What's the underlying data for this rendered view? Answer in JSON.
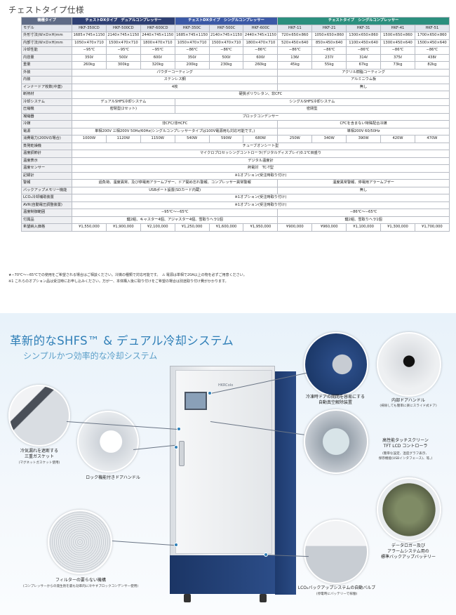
{
  "title": "チェストタイプ仕様",
  "spec": {
    "header": [
      "機種タイプ",
      "チェストDXタイプ　デュアルコンプレッサー",
      "チェストDXタイプ　シングルコンプレッサー",
      "チェストタイプ　シングルコンプレッサー"
    ],
    "model_label": "モデル",
    "models": [
      "HKF-350CD",
      "HKF-500CD",
      "HKF-600CD",
      "HKF-350C",
      "HKF-500C",
      "HKF-600C",
      "HKF-11",
      "HKF-21",
      "HKF-31",
      "HKF-41",
      "HKF-51"
    ],
    "rows": [
      {
        "label": "外形寸法(W×D×H)mm",
        "cells": [
          "1685×745×1150",
          "2140×745×1150",
          "2440×745×1150",
          "1685×745×1150",
          "2140×745×1150",
          "2440×745×1150",
          "720×650×860",
          "1050×650×860",
          "1300×650×860",
          "1500×650×860",
          "1700×650×860"
        ]
      },
      {
        "label": "内部寸法(W×D×H)mm",
        "cells": [
          "1050×470×710",
          "1500×470×710",
          "1800×470×710",
          "1050×470×710",
          "1500×470×710",
          "1800×470×710",
          "520×450×640",
          "850×450×640",
          "1100×450×640",
          "1300×450×640",
          "1500×450×640"
        ]
      },
      {
        "label": "冷却性能",
        "cells": [
          "−95℃",
          "−95℃",
          "−95℃",
          "−86℃",
          "−86℃",
          "−86℃",
          "−86℃",
          "−86℃",
          "−86℃",
          "−86℃",
          "−86℃"
        ]
      },
      {
        "label": "内容量",
        "cells": [
          "350ℓ",
          "500ℓ",
          "600ℓ",
          "350ℓ",
          "500ℓ",
          "600ℓ",
          "136ℓ",
          "237ℓ",
          "314ℓ",
          "375ℓ",
          "438ℓ"
        ]
      },
      {
        "label": "重量",
        "cells": [
          "260kg",
          "300kg",
          "320kg",
          "200kg",
          "230kg",
          "260kg",
          "45kg",
          "55kg",
          "67kg",
          "73kg",
          "82kg"
        ]
      }
    ],
    "span_rows": [
      {
        "label": "外装",
        "parts": [
          {
            "text": "パウダーコーティング",
            "span": 6
          },
          {
            "text": "アクリル樹脂コーティング",
            "span": 5
          }
        ]
      },
      {
        "label": "内装",
        "parts": [
          {
            "text": "ステンレス鋼",
            "span": 6
          },
          {
            "text": "アルミニウム板",
            "span": 5
          }
        ]
      },
      {
        "label": "インナードア枚数(中蓋)",
        "parts": [
          {
            "text": "4枚",
            "span": 6
          },
          {
            "text": "無し",
            "span": 5
          }
        ]
      },
      {
        "label": "断熱材",
        "parts": [
          {
            "text": "硬質ポリウレタン、非CFC",
            "span": 11
          }
        ]
      },
      {
        "label": "冷却システム",
        "parts": [
          {
            "text": "デュアルSHFS冷却システム",
            "span": 3
          },
          {
            "text": "シングルSHFS冷却システム",
            "span": 8
          }
        ]
      },
      {
        "label": "圧縮機",
        "parts": [
          {
            "text": "密閉型(2セット)",
            "span": 3
          },
          {
            "text": "密閉型",
            "span": 8
          }
        ]
      },
      {
        "label": "凝縮器",
        "parts": [
          {
            "text": "ブロックコンデンサー",
            "span": 11
          }
        ]
      },
      {
        "label": "冷媒",
        "parts": [
          {
            "text": "非CFC/非HCFC",
            "span": 6
          },
          {
            "text": "CFCを含まない特殊配合冷媒",
            "span": 5
          }
        ]
      },
      {
        "label": "電源",
        "parts": [
          {
            "text": "単相200V 三相200V 50Hz/60Hz(シングルコンプレッサータイプは100V電源用も対応可能です。)",
            "span": 6
          },
          {
            "text": "単相200V 60/50Hz",
            "span": 5
          }
        ]
      },
      {
        "label": "消費電力(200Vの場合)",
        "parts": [
          {
            "text": "1000W",
            "span": 1
          },
          {
            "text": "1120W",
            "span": 1
          },
          {
            "text": "1150W",
            "span": 1
          },
          {
            "text": "540W",
            "span": 1
          },
          {
            "text": "590W",
            "span": 1
          },
          {
            "text": "680W",
            "span": 1
          },
          {
            "text": "250W",
            "span": 1
          },
          {
            "text": "340W",
            "span": 1
          },
          {
            "text": "390W",
            "span": 1
          },
          {
            "text": "420W",
            "span": 1
          },
          {
            "text": "470W",
            "span": 1
          }
        ]
      },
      {
        "label": "蒸発乾燥機",
        "parts": [
          {
            "text": "チューブオンシート型",
            "span": 11
          }
        ]
      },
      {
        "label": "温度調節計",
        "parts": [
          {
            "text": "マイクロプロセッシングコントローラ(デジタルディスプレイ)0.1℃目盛り",
            "span": 11
          }
        ]
      },
      {
        "label": "温度表示",
        "parts": [
          {
            "text": "デジタル温度計",
            "span": 11
          }
        ]
      },
      {
        "label": "温度センサー",
        "parts": [
          {
            "text": "熱電対　TC-T型",
            "span": 11
          }
        ]
      },
      {
        "label": "記録計",
        "parts": [
          {
            "text": "※1オプション(受注時取り付け)",
            "span": 11
          }
        ]
      },
      {
        "label": "警報",
        "parts": [
          {
            "text": "過負荷、温度異常、及び停電用アラームブザー、ドア開め忘れ警報、コンプレッサー異常警報",
            "span": 6
          },
          {
            "text": "温度異常警報、停電用アラームブザー",
            "span": 5
          }
        ]
      },
      {
        "label": "バックアップメモリー機能",
        "parts": [
          {
            "text": "USBポート設置(SDカード内蔵)",
            "span": 6
          },
          {
            "text": "無し",
            "span": 5
          }
        ]
      },
      {
        "label": "LCO₂冷却補助装置",
        "parts": [
          {
            "text": "※1オプション(受注時取り付け)",
            "span": 11
          }
        ]
      },
      {
        "label": "AVR(自動電圧調整装置)",
        "parts": [
          {
            "text": "※1オプション(受注時取り付け)",
            "span": 11
          }
        ]
      },
      {
        "label": "温度制御範囲",
        "parts": [
          {
            "text": "−95℃〜−65℃",
            "span": 6
          },
          {
            "text": "−86℃〜−65℃",
            "span": 5
          }
        ]
      },
      {
        "label": "付属品",
        "parts": [
          {
            "text": "鍵2組、キャスター4個、アジャスター4個、雪取りヘラ1個",
            "span": 6
          },
          {
            "text": "鍵2組、雪取りヘラ1個",
            "span": 5
          }
        ]
      }
    ],
    "price_label": "希望納入価格",
    "prices": [
      "¥1,550,000",
      "¥1,900,000",
      "¥2,100,000",
      "¥1,250,000",
      "¥1,600,000",
      "¥1,950,000",
      "¥900,000",
      "¥960,000",
      "¥1,100,000",
      "¥1,300,000",
      "¥1,700,000"
    ]
  },
  "notes": {
    "note1": "★−70℃〜−65℃での使用をご希望される場合はご相談ください。冷媒の種類で対応可能です。　⚠ 電源は単相で20A以上の物を必ずご用意ください。",
    "note2": "※1 これらのオプション品は受注時にお申し込みください。万が一、本体購入後に取り付けをご希望の場合は別途取り付け費がかかります。"
  },
  "feature": {
    "headline": "革新的なSHFS™ & デュアル冷却システム",
    "subline": "シンプルかつ効率的な冷却システム",
    "freezer_logo": "HKRColo",
    "callouts": {
      "vacuum": "冷凍時ドアの開閉を容易にする\n自動真空解除装置",
      "inner_handle": "内部ドアハンドル",
      "inner_handle_sub": "(掃除しても簡単に楽にスライド式ドア)",
      "gasket": "冷気漏れを遮断する\n三重ガスケット",
      "gasket_sub": "(マグネットガスケット使用)",
      "lock_handle": "ロック機能付きドアハンドル",
      "touch": "高性能タッチスクリーン\nTFT LCD コントローラ",
      "touch_sub": "(簡単な設定、温度グラフ表示、\n保存機能(USBインタフェース)、等。)",
      "battery": "データロガー及び\nアラームシステム用の\n標準バックアップバッテリー",
      "filter": "フィルターの要らない機構",
      "filter_sub": "(コンプレッサーからの発生熱を最も効率的に冷やすブロックコンデンサー使用)",
      "valve": "LCO₂バックアップシステムの自動バルブ",
      "valve_sub": "(停電時にバッテリーで稼働)"
    }
  }
}
